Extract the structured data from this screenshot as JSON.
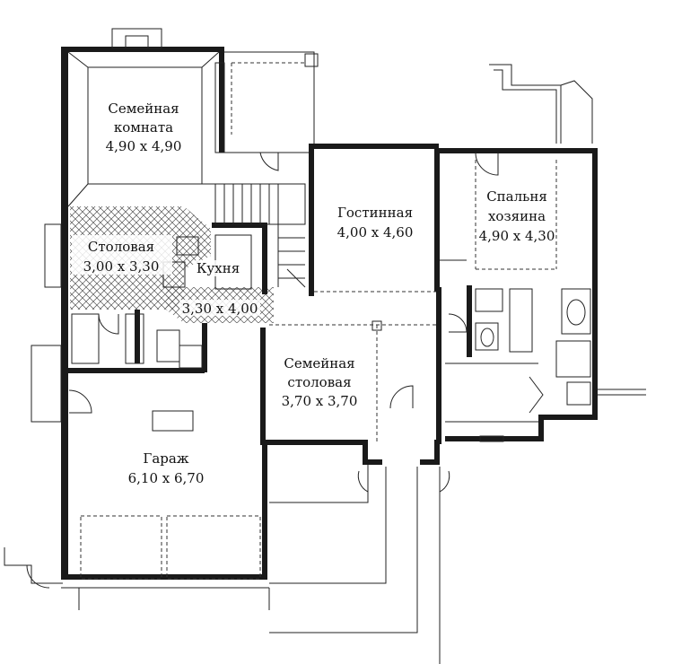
{
  "rooms": {
    "family_room": {
      "name_line1": "Семейная",
      "name_line2": "комната",
      "size": "4,90 x 4,90"
    },
    "living_room": {
      "name": "Гостинная",
      "size": "4,00 x 4,60"
    },
    "master_bedroom": {
      "name_line1": "Спальня",
      "name_line2": "хозяина",
      "size": "4,90 x 4,30"
    },
    "dining_room": {
      "name": "Столовая",
      "size": "3,00 x 3,30"
    },
    "kitchen": {
      "name": "Кухня",
      "size": "3,30 x 4,00"
    },
    "family_dining": {
      "name_line1": "Семейная",
      "name_line2": "столовая",
      "size": "3,70 x 3,70"
    },
    "garage": {
      "name": "Гараж",
      "size": "6,10 x 6,70"
    }
  },
  "colors": {
    "wall": "#1a1a1a",
    "line": "#222222",
    "hatch": "#555555",
    "background": "#ffffff"
  }
}
